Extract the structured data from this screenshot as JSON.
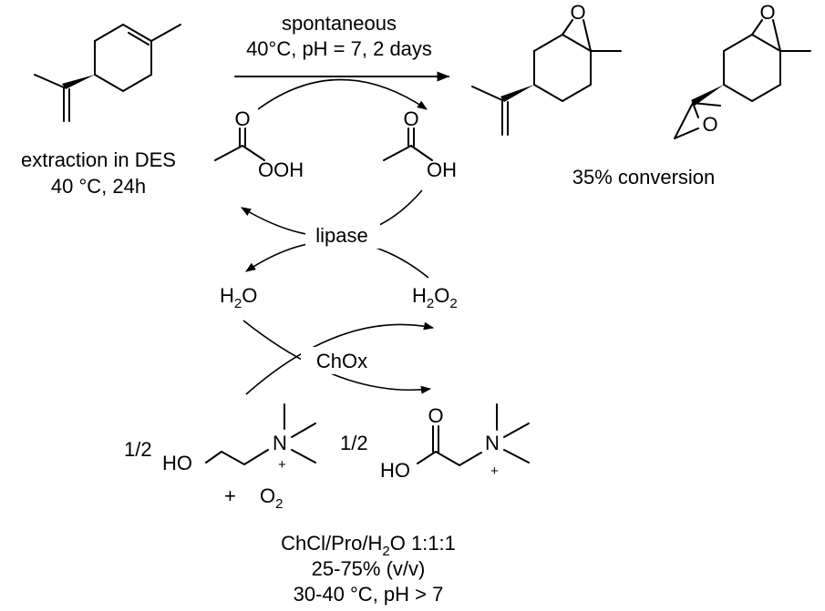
{
  "reaction": {
    "top_arrow_line1": "spontaneous",
    "top_arrow_line2": "40°C, pH = 7, 2 days",
    "extraction_line1": "extraction in DES",
    "extraction_line2": "40 °C, 24h",
    "conversion": "35% conversion"
  },
  "cycle": {
    "enzyme1": "lipase",
    "enzyme2": "ChOx",
    "water": {
      "base": "H",
      "sub": "2",
      "rest": "O"
    },
    "peroxide": {
      "base": "H",
      "sub1": "2",
      "mid": "O",
      "sub2": "2"
    },
    "coef_choline": "1/2",
    "coef_betaine": "1/2",
    "plus": "+",
    "oxygen": {
      "base": "O",
      "sub": "2"
    }
  },
  "atoms": {
    "oxygen": "O",
    "ooh": "OOH",
    "oh": "OH",
    "ho": "HO",
    "nitrogen": "N",
    "charge": "+"
  },
  "solvent": {
    "line1_a": "ChCl/Pro/H",
    "line1_sub": "2",
    "line1_b": "O 1:1:1",
    "line2": "25-75% (v/v)",
    "line3": "30-40 °C, pH > 7"
  },
  "colors": {
    "ink": "#000000",
    "background": "#ffffff"
  }
}
